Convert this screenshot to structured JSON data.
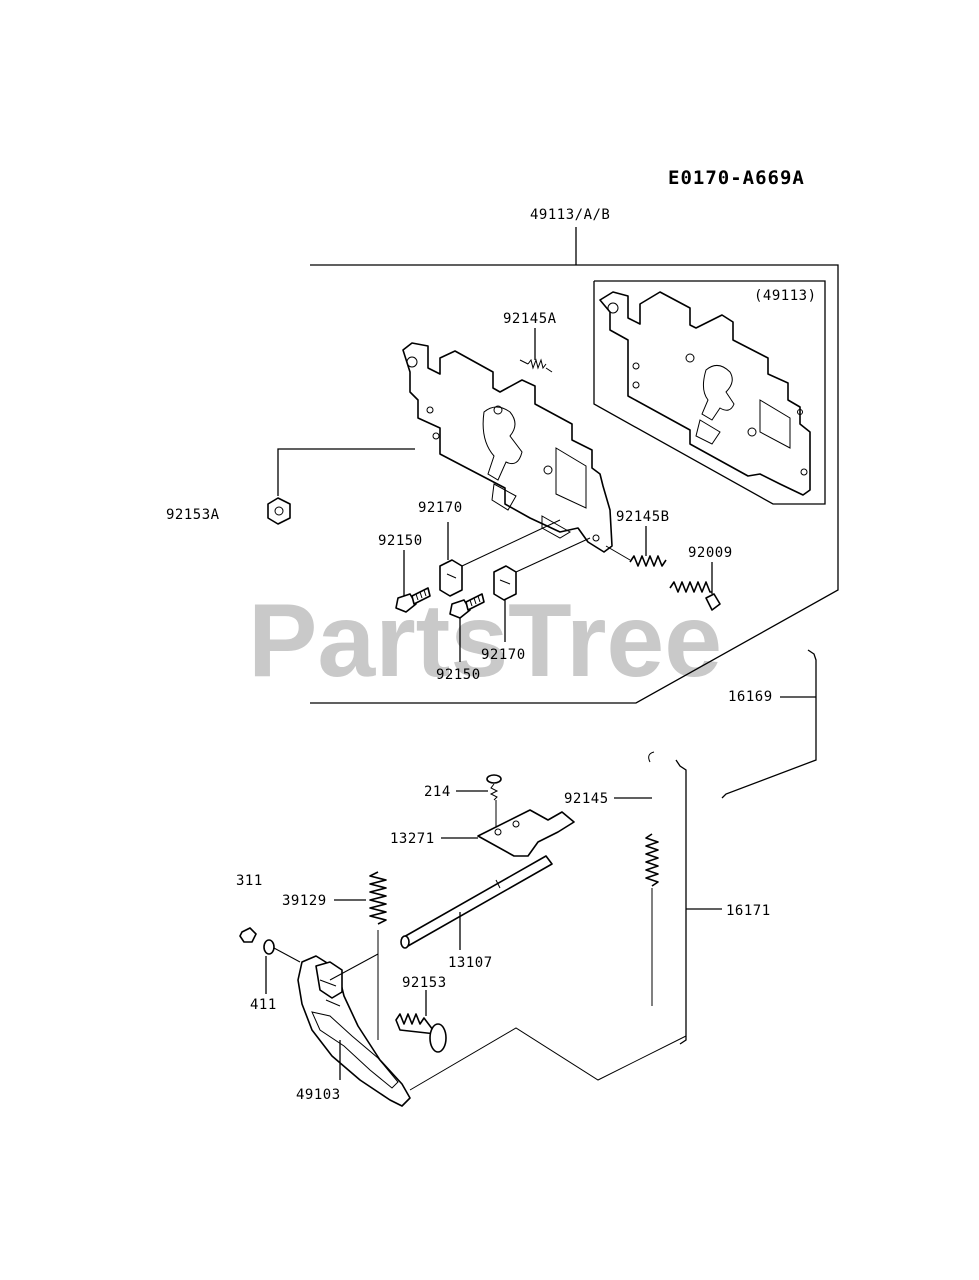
{
  "diagram_code": "E0170-A669A",
  "watermark": "PartsTree",
  "inset_label": "(49113)",
  "labels": {
    "p49113AB": "49113/A/B",
    "p92145A": "92145A",
    "p92153A": "92153A",
    "p92170a": "92170",
    "p92145B": "92145B",
    "p92150a": "92150",
    "p92009": "92009",
    "p92170b": "92170",
    "p92150b": "92150",
    "p16169": "16169",
    "p214": "214",
    "p92145": "92145",
    "p13271": "13271",
    "p311": "311",
    "p39129": "39129",
    "p16171": "16171",
    "p13107": "13107",
    "p92153": "92153",
    "p411": "411",
    "p49103": "49103"
  }
}
